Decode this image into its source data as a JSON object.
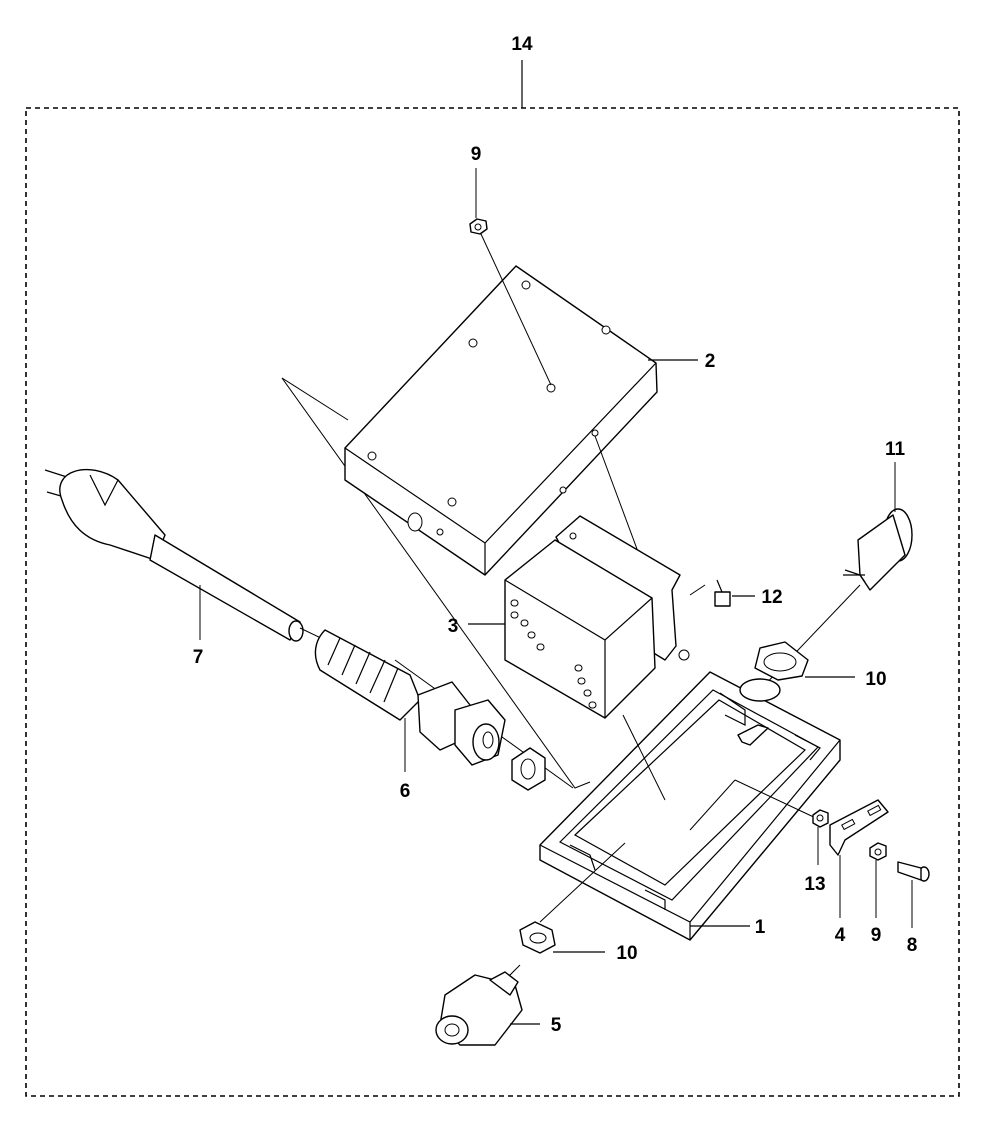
{
  "diagram": {
    "labels": {
      "assembly": "14",
      "nut_top": "9",
      "cover": "2",
      "lamp": "11",
      "screw_bracket": "12",
      "transformer": "3",
      "plug_cable": "7",
      "gasket_right": "10",
      "strain_relief": "6",
      "housing": "1",
      "nut_small": "13",
      "bracket": "4",
      "nut_bottom": "9",
      "screw": "8",
      "gasket_bottom": "10",
      "gland": "5"
    }
  }
}
